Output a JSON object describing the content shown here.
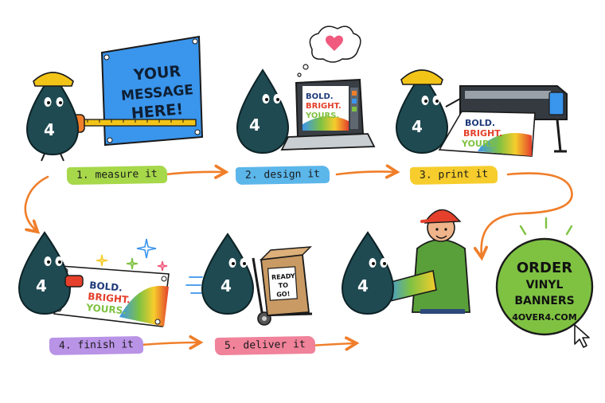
{
  "steps": [
    {
      "label": "1. measure it",
      "color": "#a6d84a"
    },
    {
      "label": "2. design it",
      "color": "#5bb6ea"
    },
    {
      "label": "3. print it",
      "color": "#f6cd2c"
    },
    {
      "label": "4. finish it",
      "color": "#b993e6"
    },
    {
      "label": "5. deliver it",
      "color": "#f0829a"
    }
  ],
  "mascot_number": "4",
  "sign_text": [
    "YOUR",
    "MESSAGE",
    "HERE!"
  ],
  "banner_text": [
    "BOLD.",
    "BRIGHT.",
    "YOURS."
  ],
  "box_text": [
    "READY",
    "TO",
    "GO!"
  ],
  "cta": {
    "lines": [
      "ORDER",
      "VINYL",
      "BANNERS"
    ],
    "site": "4OVER4.COM",
    "color": "#7fc242"
  },
  "colors": {
    "mascot": "#1f4a52",
    "arrow": "#f07e2a",
    "sign": "#3a95ec",
    "hardhat": "#f3c418"
  }
}
